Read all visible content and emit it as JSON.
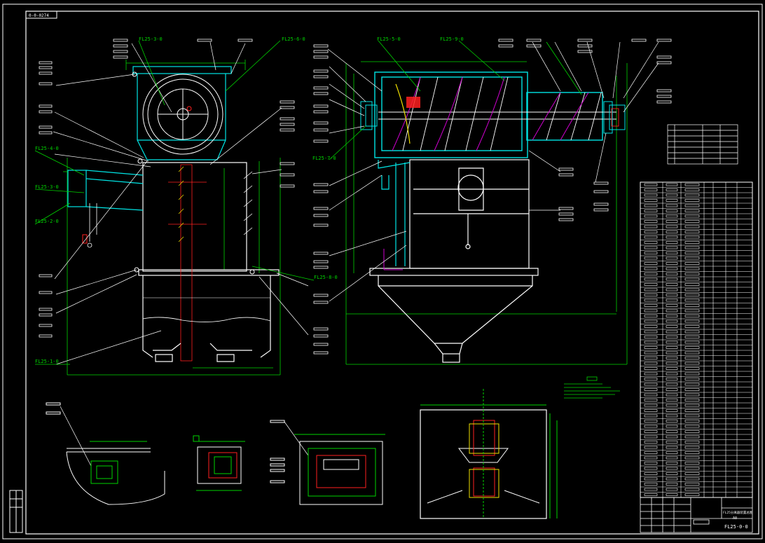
{
  "drawing": {
    "sheet_tag": "0-0-0274",
    "drawing_number": "FL25-0-0",
    "title_block_name": "FL25分离器装置总图",
    "title_block_ratio": "A0"
  },
  "front_view": {
    "callouts": {
      "wheel": "FL25-3-0",
      "hopper_top": "FL25-6-0",
      "inlet_upper": "FL25-4-0",
      "inlet_mid": "FL25-3-0",
      "inlet_lower": "FL25-2-0",
      "bottom": "FL25-1-0"
    }
  },
  "side_view": {
    "callouts": {
      "screw_left": "FL25-5-0",
      "screw_right": "FL25-9-0",
      "flange": "FL25-7-0",
      "base": "FL25-8-0"
    }
  },
  "colors": {
    "frame": "#ffffff",
    "cyan": "#00e5e5",
    "green": "#00d400",
    "red": "#ff2020",
    "yellow": "#f0e000",
    "magenta": "#d000d0"
  }
}
